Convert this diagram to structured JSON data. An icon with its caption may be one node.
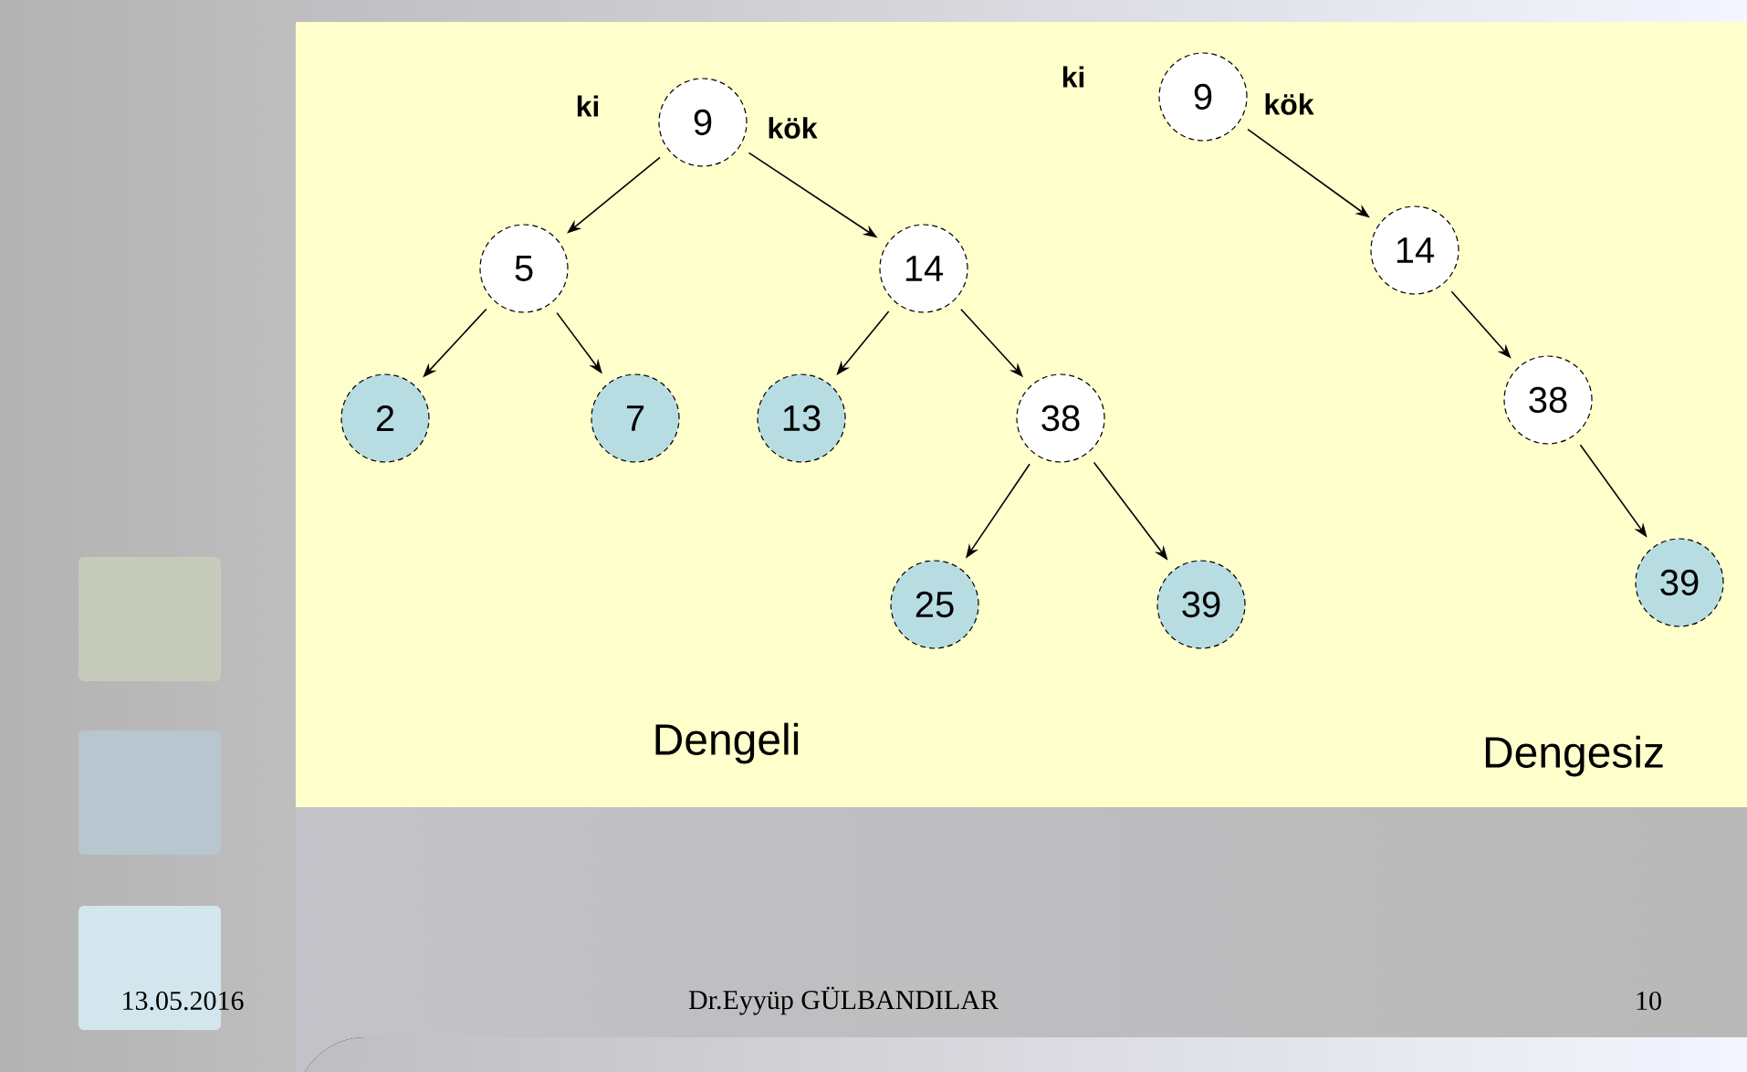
{
  "diagram": {
    "nodes": [
      {
        "text": [
          "9"
        ]
      },
      {
        "text": [
          "5"
        ]
      },
      {
        "text": [
          "14"
        ]
      },
      {
        "text": [
          "2"
        ]
      },
      {
        "text": [
          "7"
        ]
      },
      {
        "text": [
          "13"
        ]
      },
      {
        "text": [
          "38"
        ]
      },
      {
        "text": [
          "25"
        ]
      },
      {
        "text": [
          "39"
        ]
      },
      {
        "text": [
          "9"
        ]
      },
      {
        "text": [
          "14"
        ]
      },
      {
        "text": [
          "38"
        ]
      },
      {
        "text": [
          "39"
        ]
      }
    ],
    "edges": [
      {
        "from": 0,
        "to": 1,
        "arrow": "to"
      },
      {
        "from": 0,
        "to": 2,
        "arrow": "to"
      },
      {
        "from": 1,
        "to": 3,
        "arrow": "to"
      },
      {
        "from": 1,
        "to": 4,
        "arrow": "to"
      },
      {
        "from": 2,
        "to": 5,
        "arrow": "to"
      },
      {
        "from": 2,
        "to": 6,
        "arrow": "to"
      },
      {
        "from": 6,
        "to": 7,
        "arrow": "to"
      },
      {
        "from": 6,
        "to": 8,
        "arrow": "to"
      },
      {
        "from": 9,
        "to": 10,
        "arrow": "to"
      },
      {
        "from": 10,
        "to": 11,
        "arrow": "to"
      },
      {
        "from": 11,
        "to": 12,
        "arrow": "to"
      }
    ],
    "labels": [
      "ki",
      "kök",
      "ki",
      "kök",
      "Dengeli",
      "Dengesiz",
      "13.05.2016",
      "Dr.Eyyüp GÜLBANDILAR",
      "10"
    ]
  }
}
